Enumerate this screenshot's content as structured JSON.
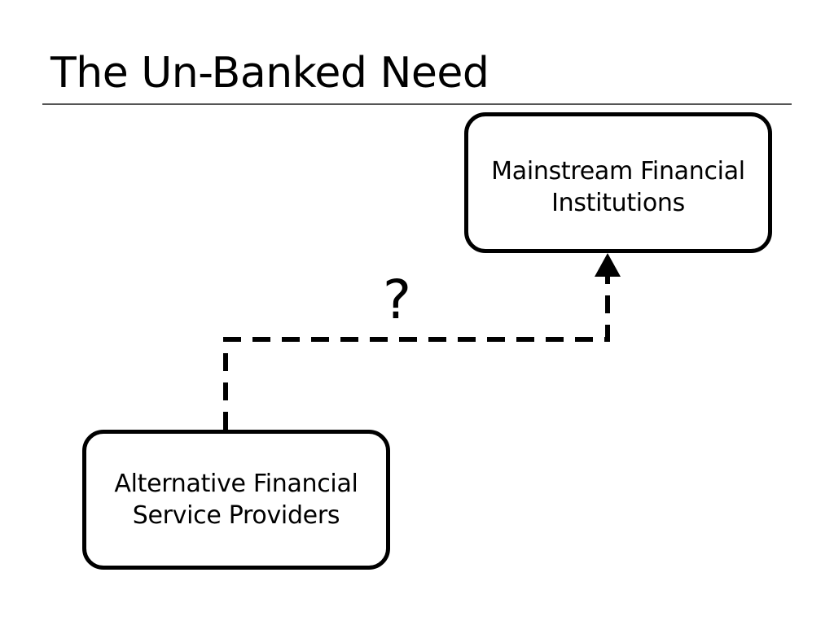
{
  "slide": {
    "title": "The Un-Banked Need"
  },
  "diagram": {
    "nodes": {
      "mainstream": {
        "line1": "Mainstream Financial",
        "line2": "Institutions"
      },
      "alternative": {
        "line1": "Alternative Financial",
        "line2": "Service Providers"
      }
    },
    "connector": {
      "label": "?",
      "style": "dashed",
      "direction": "alternative-to-mainstream"
    }
  },
  "colors": {
    "stroke": "#000000",
    "background": "#ffffff",
    "rule": "#555555"
  }
}
